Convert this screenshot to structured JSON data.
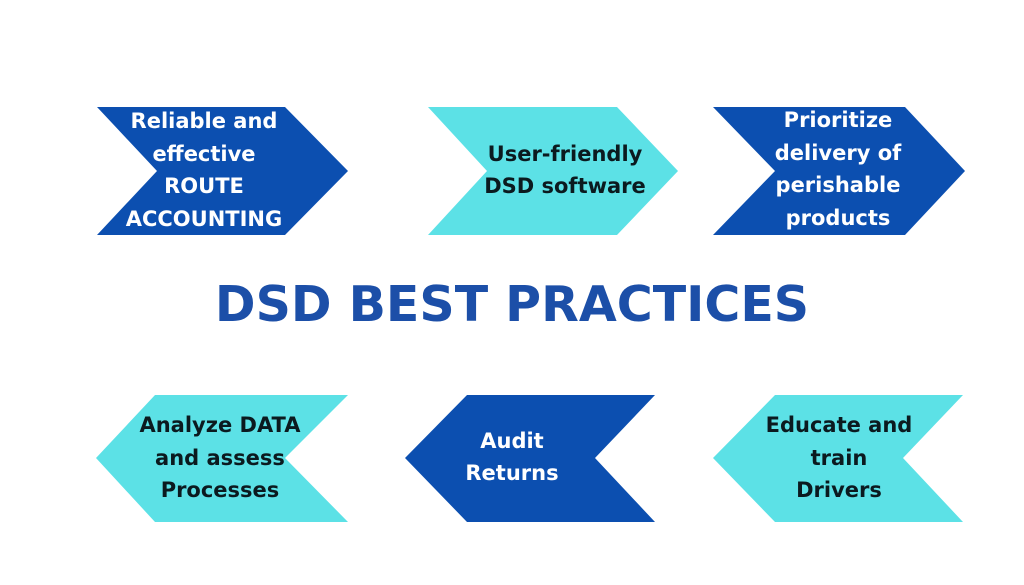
{
  "title": "DSD BEST PRACTICES",
  "colors": {
    "dark_blue": "#0c4fb0",
    "cyan": "#5ce1e6",
    "title_blue": "#1c4fa8",
    "dark_text": "#0b1a1f",
    "light_text": "#ffffff",
    "background": "#ffffff"
  },
  "top_row": [
    {
      "direction": "right",
      "color": "dark_blue",
      "lines": [
        "Reliable and",
        "effective",
        "ROUTE",
        "ACCOUNTING"
      ]
    },
    {
      "direction": "right",
      "color": "cyan",
      "lines": [
        "User-friendly",
        "DSD software"
      ]
    },
    {
      "direction": "right",
      "color": "dark_blue",
      "lines": [
        "Prioritize",
        "delivery of",
        "perishable",
        "products"
      ]
    }
  ],
  "bottom_row": [
    {
      "direction": "left",
      "color": "cyan",
      "lines": [
        "Analyze DATA",
        "and assess",
        "Processes"
      ]
    },
    {
      "direction": "left",
      "color": "dark_blue",
      "lines": [
        "Audit",
        "Returns"
      ]
    },
    {
      "direction": "left",
      "color": "cyan",
      "lines": [
        "Educate and",
        "train",
        "Drivers"
      ]
    }
  ]
}
